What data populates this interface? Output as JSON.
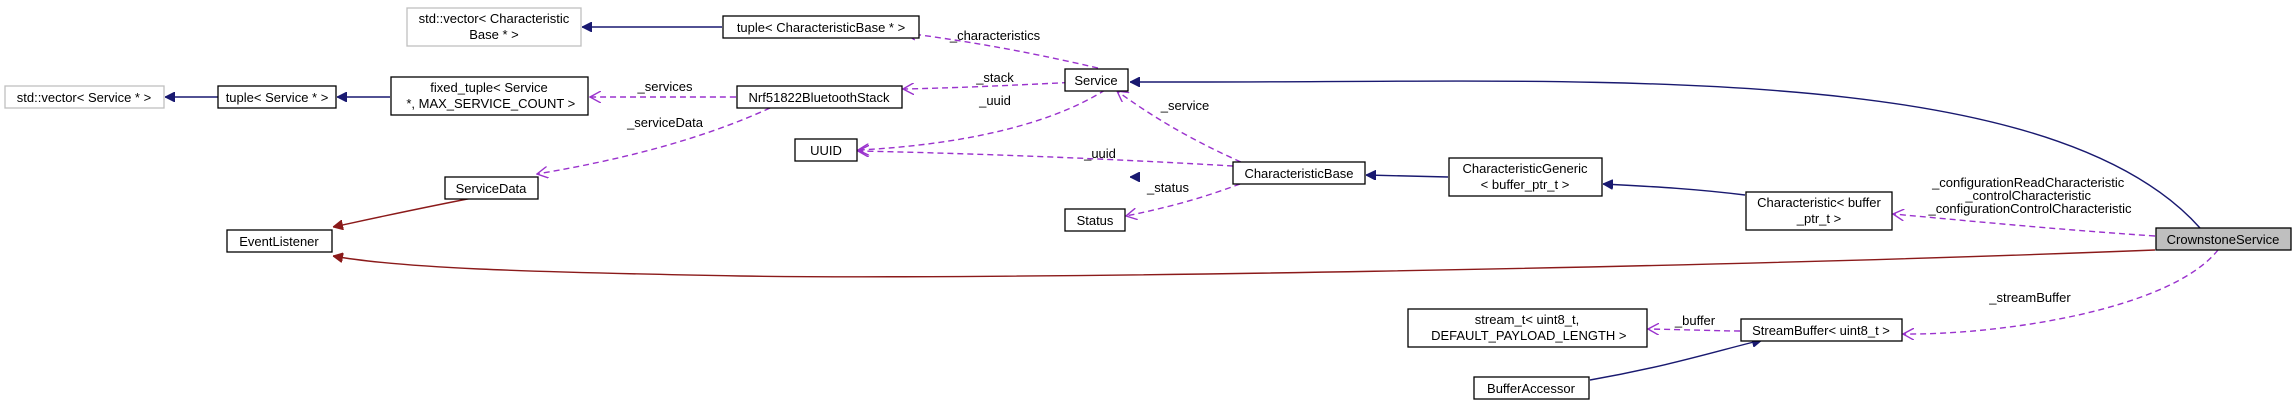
{
  "colors": {
    "inheritance": "#191970",
    "private_inheritance": "#8b1a1a",
    "usage": "#9a32cd",
    "focus_fill": "#bfbfbf",
    "external_border": "#bfbfbf"
  },
  "nodes": {
    "vector_characteristic_base": {
      "lines": [
        "std::vector< Characteristic",
        "Base * >"
      ],
      "external": true
    },
    "tuple_characteristic_base": {
      "lines": [
        "tuple< CharacteristicBase * >"
      ]
    },
    "vector_service": {
      "lines": [
        "std::vector< Service * >"
      ],
      "external": true
    },
    "tuple_service": {
      "lines": [
        "tuple< Service * >"
      ]
    },
    "fixed_tuple": {
      "lines": [
        "fixed_tuple< Service",
        " *, MAX_SERVICE_COUNT >"
      ]
    },
    "nrf_stack": {
      "lines": [
        "Nrf51822BluetoothStack"
      ]
    },
    "service": {
      "lines": [
        "Service"
      ]
    },
    "uuid": {
      "lines": [
        "UUID"
      ]
    },
    "service_data": {
      "lines": [
        "ServiceData"
      ]
    },
    "characteristic_base": {
      "lines": [
        "CharacteristicBase"
      ]
    },
    "characteristic_generic": {
      "lines": [
        "CharacteristicGeneric",
        "< buffer_ptr_t >"
      ]
    },
    "characteristic": {
      "lines": [
        "Characteristic< buffer",
        "_ptr_t >"
      ]
    },
    "status": {
      "lines": [
        "Status"
      ]
    },
    "event_listener": {
      "lines": [
        "EventListener"
      ]
    },
    "crownstone_service": {
      "lines": [
        "CrownstoneService"
      ],
      "focus": true
    },
    "stream_t": {
      "lines": [
        "stream_t< uint8_t,",
        " DEFAULT_PAYLOAD_LENGTH >"
      ]
    },
    "stream_buffer": {
      "lines": [
        "StreamBuffer< uint8_t >"
      ]
    },
    "buffer_accessor": {
      "lines": [
        "BufferAccessor"
      ]
    }
  },
  "edge_labels": {
    "characteristics": [
      "_characteristics"
    ],
    "stack": [
      "_stack"
    ],
    "uuid_stack": [
      "_uuid"
    ],
    "services": [
      "_services"
    ],
    "service": [
      "_service"
    ],
    "service_data": [
      "_serviceData"
    ],
    "uuid_char": [
      "_uuid"
    ],
    "status": [
      "_status"
    ],
    "config": [
      "_configurationReadCharacteristic",
      "_controlCharacteristic",
      "_configurationControlCharacteristic"
    ],
    "buffer": [
      "_buffer"
    ],
    "stream_buffer": [
      "_streamBuffer"
    ]
  }
}
